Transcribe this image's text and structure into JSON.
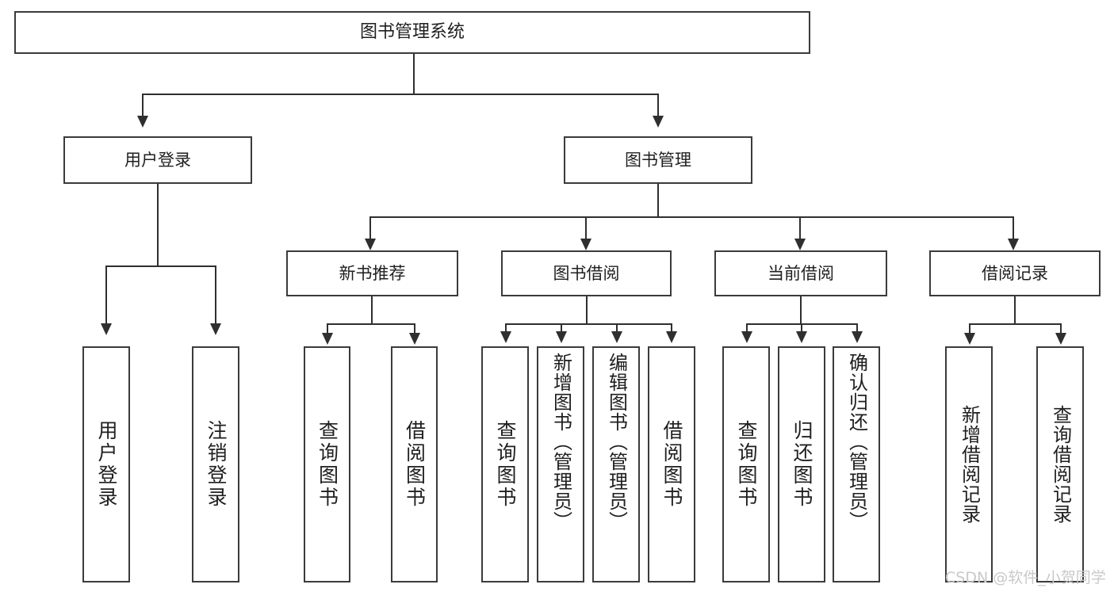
{
  "diagram": {
    "title": "图书管理系统",
    "type": "hierarchy-tree",
    "root": {
      "label": "图书管理系统"
    },
    "level1": [
      {
        "label": "用户登录"
      },
      {
        "label": "图书管理"
      }
    ],
    "level2": [
      {
        "label": "新书推荐"
      },
      {
        "label": "图书借阅"
      },
      {
        "label": "当前借阅"
      },
      {
        "label": "借阅记录"
      }
    ],
    "leaves": {
      "user_login": [
        {
          "label": "用户登录"
        },
        {
          "label": "注销登录"
        }
      ],
      "new_book_recommend": [
        {
          "label": "查询图书"
        },
        {
          "label": "借阅图书"
        }
      ],
      "book_borrow": [
        {
          "label": "查询图书"
        },
        {
          "label": "新增图书（管理员）"
        },
        {
          "label": "编辑图书（管理员）"
        },
        {
          "label": "借阅图书"
        }
      ],
      "current_borrow": [
        {
          "label": "查询图书"
        },
        {
          "label": "归还图书"
        },
        {
          "label": "确认归还（管理员）"
        }
      ],
      "borrow_record": [
        {
          "label": "新增借阅记录"
        },
        {
          "label": "查询借阅记录"
        }
      ]
    }
  },
  "watermark": {
    "text": "CSDN @软件_小贺同学"
  },
  "colors": {
    "box_border": "#3b3b3b",
    "connector": "#2f2f2f",
    "text": "#1f1f1f",
    "background": "#ffffff",
    "watermark": "#c9c9c9"
  }
}
